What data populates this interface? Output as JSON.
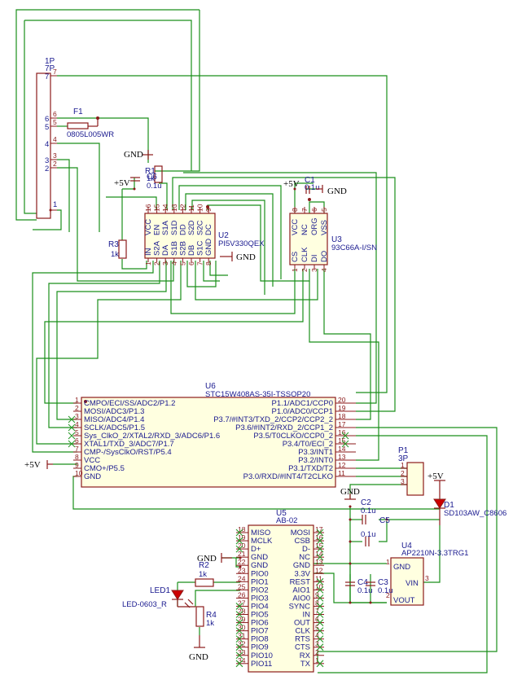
{
  "connector_1p": {
    "ref": "1P",
    "value": "7P",
    "pins": [
      "7",
      "6",
      "5",
      "4",
      "3",
      "2",
      "1"
    ]
  },
  "f1": {
    "ref": "F1",
    "value": "0805L005WR"
  },
  "r1": {
    "ref": "R1",
    "value": "1k"
  },
  "c6_top": {
    "ref": "C6",
    "value": "0.1u"
  },
  "r3": {
    "ref": "R3",
    "value": "1k"
  },
  "c1": {
    "ref": "C1",
    "value": "0.1u"
  },
  "power": {
    "gnd": "GND",
    "vcc5": "+5V"
  },
  "u2": {
    "ref": "U2",
    "value": "PI5V330QEX",
    "top_pins": [
      {
        "n": "16",
        "name": "VCC"
      },
      {
        "n": "15",
        "name": "EN"
      },
      {
        "n": "14",
        "name": "S1A"
      },
      {
        "n": "13",
        "name": "S1D"
      },
      {
        "n": "12",
        "name": "DD"
      },
      {
        "n": "11",
        "name": "S2D"
      },
      {
        "n": "10",
        "name": "S2C"
      },
      {
        "n": "9",
        "name": "DC"
      }
    ],
    "bottom_pins": [
      {
        "n": "1",
        "name": "IN"
      },
      {
        "n": "2",
        "name": "S2A"
      },
      {
        "n": "3",
        "name": "DA"
      },
      {
        "n": "4",
        "name": "S1B"
      },
      {
        "n": "5",
        "name": "S2B"
      },
      {
        "n": "6",
        "name": "DB"
      },
      {
        "n": "7",
        "name": "S1C"
      },
      {
        "n": "8",
        "name": "GND"
      }
    ]
  },
  "u3": {
    "ref": "U3",
    "value": "93C66A-I/SN",
    "top_pins": [
      {
        "n": "8",
        "name": "VCC"
      },
      {
        "n": "7",
        "name": "NC"
      },
      {
        "n": "6",
        "name": "ORG"
      },
      {
        "n": "5",
        "name": "VSS"
      }
    ],
    "bottom_pins": [
      {
        "n": "1",
        "name": "CS"
      },
      {
        "n": "2",
        "name": "CLK"
      },
      {
        "n": "3",
        "name": "DI"
      },
      {
        "n": "4",
        "name": "DO"
      }
    ]
  },
  "u6": {
    "ref": "U6",
    "value": "STC15W408AS-35I-TSSOP20",
    "left_pins": [
      {
        "n": "1",
        "name": "CMPO/ECI/SS/ADC2/P1.2"
      },
      {
        "n": "2",
        "name": "MOSI/ADC3/P1.3"
      },
      {
        "n": "3",
        "name": "MISO/ADC4/P1.4"
      },
      {
        "n": "4",
        "name": "SCLK/ADC5/P1.5"
      },
      {
        "n": "5",
        "name": "Sys_ClkO_2/XTAL2/RXD_3/ADC6/P1.6"
      },
      {
        "n": "6",
        "name": "XTAL1/TXD_3/ADC7/P1.7"
      },
      {
        "n": "7",
        "name": "CMP-/SysClkO/RST/P5.4"
      },
      {
        "n": "8",
        "name": "VCC"
      },
      {
        "n": "9",
        "name": "CMO+/P5.5"
      },
      {
        "n": "10",
        "name": "GND"
      }
    ],
    "right_pins": [
      {
        "n": "20",
        "name": "P1.1/ADC1/CCP0"
      },
      {
        "n": "19",
        "name": "P1.0/ADC0/CCP1"
      },
      {
        "n": "18",
        "name": "P3.7/#INT3/TXD_2/CCP2/CCP2_2"
      },
      {
        "n": "17",
        "name": "P3.6/#INT2/RXD_2/CCP1_2"
      },
      {
        "n": "16",
        "name": "P3.5/T0CLKO/CCP0_2"
      },
      {
        "n": "15",
        "name": "P3.4/T0/ECI_2"
      },
      {
        "n": "14",
        "name": "P3.3/INT1"
      },
      {
        "n": "13",
        "name": "P3.2/INT0"
      },
      {
        "n": "12",
        "name": "P3.1/TXD/T2"
      },
      {
        "n": "11",
        "name": "P3.0/RXD/#INT4/T2CLKO"
      }
    ]
  },
  "p1": {
    "ref": "P1",
    "value": "3P",
    "pins": [
      "1",
      "2",
      "3"
    ]
  },
  "c2": {
    "ref": "C2",
    "value": "0.1u"
  },
  "c5": {
    "ref": "C5",
    "value": "0.1u"
  },
  "c4": {
    "ref": "C4",
    "value": "0.1u"
  },
  "c3": {
    "ref": "C3",
    "value": "0.1u"
  },
  "d1": {
    "ref": "D1",
    "value": "SD103AW_C8606"
  },
  "u4": {
    "ref": "U4",
    "value": "AP2210N-3.3TRG1",
    "pins": [
      {
        "n": "1",
        "name": "GND"
      },
      {
        "n": "3",
        "name": "VIN"
      },
      {
        "n": "2",
        "name": "VOUT"
      }
    ]
  },
  "u5": {
    "ref": "U5",
    "value": "AB-02",
    "left_pins": [
      {
        "n": "18",
        "name": "MISO"
      },
      {
        "n": "19",
        "name": "MCLK"
      },
      {
        "n": "20",
        "name": "D+"
      },
      {
        "n": "21",
        "name": "GND"
      },
      {
        "n": "22",
        "name": "GND"
      },
      {
        "n": "23",
        "name": "PIO0"
      },
      {
        "n": "24",
        "name": "PIO1"
      },
      {
        "n": "25",
        "name": "PIO2"
      },
      {
        "n": "26",
        "name": "PIO3"
      },
      {
        "n": "27",
        "name": "PIO4"
      },
      {
        "n": "28",
        "name": "PIO5"
      },
      {
        "n": "29",
        "name": "PIO6"
      },
      {
        "n": "30",
        "name": "PIO7"
      },
      {
        "n": "31",
        "name": "PIO8"
      },
      {
        "n": "32",
        "name": "PIO9"
      },
      {
        "n": "33",
        "name": "PIO10"
      },
      {
        "n": "34",
        "name": "PIO11"
      }
    ],
    "right_pins": [
      {
        "n": "17",
        "name": "MOSI"
      },
      {
        "n": "16",
        "name": "CSB"
      },
      {
        "n": "15",
        "name": "D-"
      },
      {
        "n": "14",
        "name": "NC"
      },
      {
        "n": "13",
        "name": "GND"
      },
      {
        "n": "12",
        "name": "3.3V"
      },
      {
        "n": "11",
        "name": "REST"
      },
      {
        "n": "10",
        "name": "AIO1"
      },
      {
        "n": "9",
        "name": "AIO0"
      },
      {
        "n": "8",
        "name": "SYNC"
      },
      {
        "n": "7",
        "name": "IN"
      },
      {
        "n": "6",
        "name": "OUT"
      },
      {
        "n": "5",
        "name": "CLK"
      },
      {
        "n": "4",
        "name": "RTS"
      },
      {
        "n": "3",
        "name": "CTS"
      },
      {
        "n": "2",
        "name": "RX"
      },
      {
        "n": "1",
        "name": "TX"
      }
    ]
  },
  "r2": {
    "ref": "R2",
    "value": "1k"
  },
  "r4": {
    "ref": "R4",
    "value": "1k"
  },
  "led1": {
    "ref": "LED1",
    "value": "LED-0603_R"
  },
  "colors": {
    "wire": "#1a8f1a",
    "component": "#8b1a1a",
    "text": "#1a1a8f",
    "vcc_pin": "#cc0000",
    "body_fill": "#ffffe0"
  }
}
